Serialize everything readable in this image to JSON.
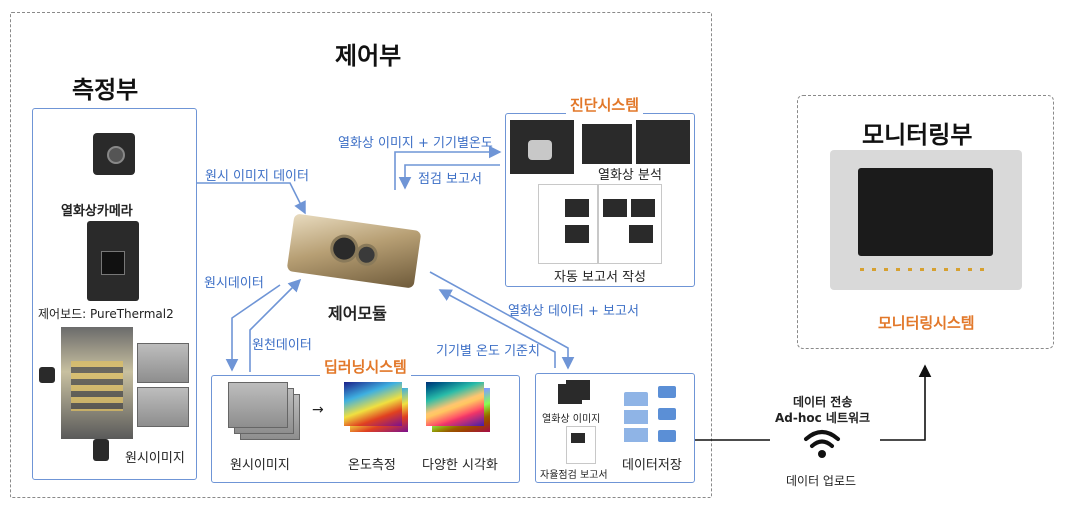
{
  "titles": {
    "control": "제어부",
    "measure": "측정부",
    "monitoring": "모니터링부",
    "diagnosis": "진단시스템",
    "deeplearning": "딥러닝시스템",
    "monitoring_system": "모니터링시스템"
  },
  "measure": {
    "camera_label": "열화상카메라",
    "board_label": "제어보드: PureThermal2",
    "raw_image_label": "원시이미지"
  },
  "control": {
    "module_label": "제어모듈"
  },
  "flows": {
    "raw_image_data": "원시 이미지 데이터",
    "thermal_plus_temp": "열화상 이미지 + 기기별온도",
    "inspection_report": "점검 보고서",
    "raw_data": "원시데이터",
    "raw_data_2": "원천데이터",
    "thermal_data_report": "열화상 데이터 + 보고서",
    "device_temp_criteria": "기기별 온도 기준치"
  },
  "diagnosis": {
    "analysis_label": "열화상 분석",
    "report_label": "자동 보고서 작성"
  },
  "deeplearning": {
    "step1": "원시이미지",
    "step2": "온도측정",
    "step3": "다양한 시각화"
  },
  "storage": {
    "thermal_image": "열화상 이미지",
    "auto_report": "자율점검 보고서",
    "label": "데이터저장"
  },
  "network": {
    "line1": "데이터 전송",
    "line2": "Ad-hoc 네트워크",
    "upload": "데이터 업로드",
    "icon": "wifi-icon"
  }
}
